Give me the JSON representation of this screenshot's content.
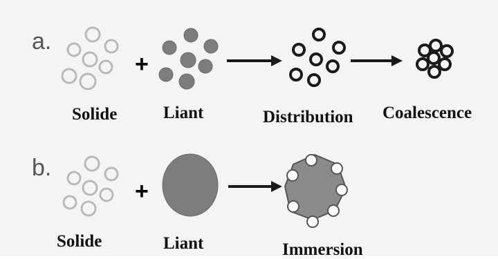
{
  "row_a": {
    "letter": "a.",
    "plus": "+",
    "labels": {
      "solide": "Solide",
      "liant": "Liant",
      "distribution": "Distribution",
      "coalescence": "Coalescence"
    }
  },
  "row_b": {
    "letter": "b.",
    "plus": "+",
    "labels": {
      "solide": "Solide",
      "liant": "Liant",
      "immersion": "Immersion"
    }
  },
  "colors": {
    "solid_particle": "#b9b9b9",
    "binder": "#7d7d7d",
    "outline_dark": "#1a1a1a",
    "arrow": "#1a1a1a",
    "background": "#f4f4f4"
  }
}
